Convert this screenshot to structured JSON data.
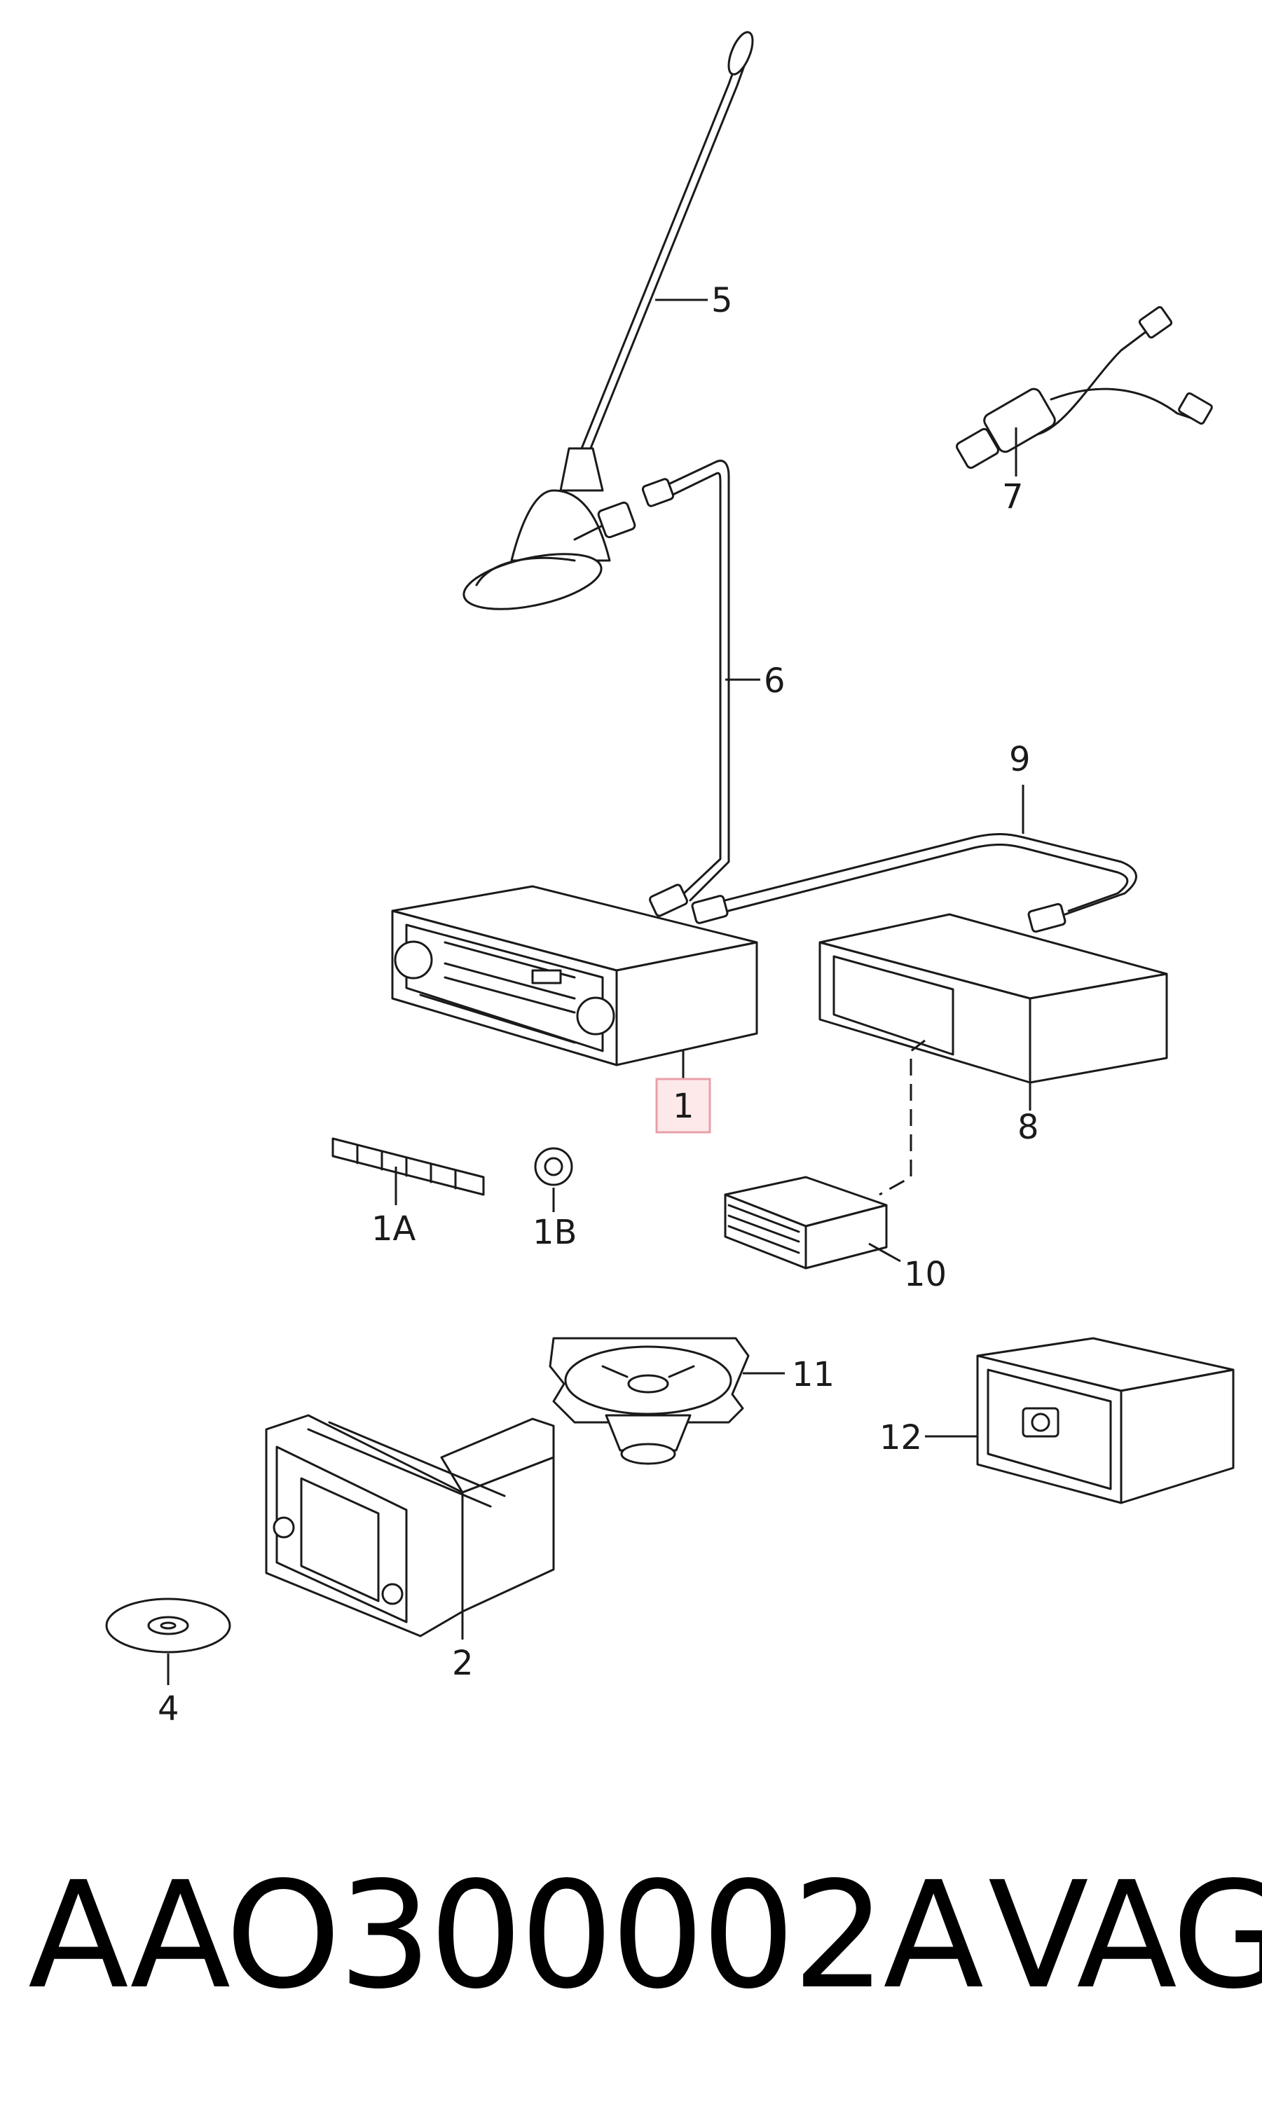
{
  "callouts": {
    "c1": "1",
    "c1A": "1A",
    "c1B": "1B",
    "c2": "2",
    "c4": "4",
    "c5": "5",
    "c6": "6",
    "c7": "7",
    "c8": "8",
    "c9": "9",
    "c10": "10",
    "c11": "11",
    "c12": "12"
  },
  "highlight_color": "#e8a0a8",
  "highlight_fill": "#fde8ea",
  "footer": {
    "part_number": "AAO300002A",
    "brand": "VAG"
  }
}
